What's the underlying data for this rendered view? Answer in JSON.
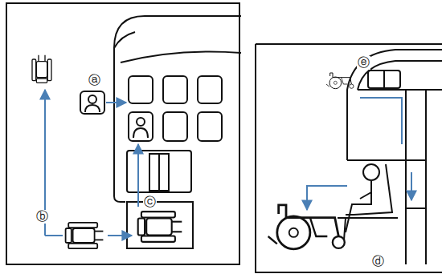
{
  "diagram": {
    "labels": [
      "ⓐ",
      "ⓑ",
      "ⓒ",
      "ⓔ",
      "ⓓ"
    ]
  }
}
